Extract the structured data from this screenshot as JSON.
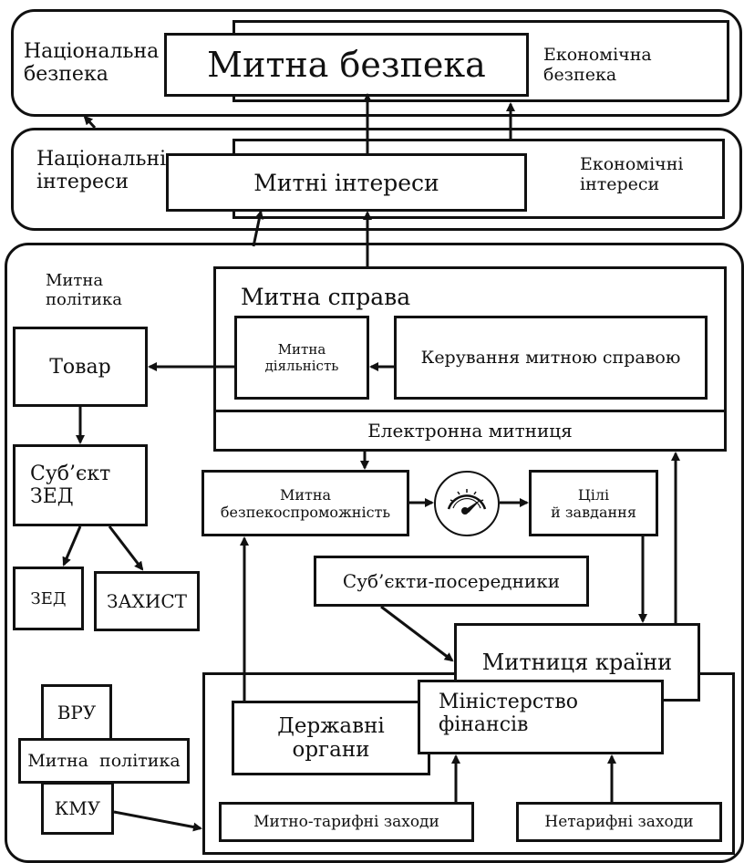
{
  "top_panel": {
    "left_label": "Національна\nбезпека",
    "center_label": "Митна безпека",
    "right_label": "Економічна\nбезпека"
  },
  "middle_panel": {
    "left_label": "Національні\nінтереси",
    "center_label": "Митні інтереси",
    "right_label": "Економічні\nінтереси"
  },
  "bottom_panel": {
    "policy_label": "Митна\nполітика",
    "customs_affairs": {
      "title": "Митна справа",
      "activity": "Митна\nдіяльність",
      "management": "Керування митною справою",
      "e_customs": "Електронна митниця"
    },
    "goods": "Товар",
    "fea_subject": "Суб’єкт\nЗЕД",
    "fea": "ЗЕД",
    "protection": "ЗАХИСТ",
    "capability": "Митна\nбезпекоспроможність",
    "goals": "Цілі\nй завдання",
    "intermediaries": "Суб’єкти-посередники",
    "country_customs": "Митниця країни",
    "state_bodies": "Державні\nоргани",
    "ministry": "Міністерство\nфінансів",
    "tariff_measures": "Митно-тарифні заходи",
    "non_tariff_measures": "Нетарифні заходи",
    "vru": "ВРУ",
    "customs_policy": "Митна  політика",
    "kmu": "КМУ"
  },
  "icons": {
    "gauge": "speedometer-icon"
  }
}
